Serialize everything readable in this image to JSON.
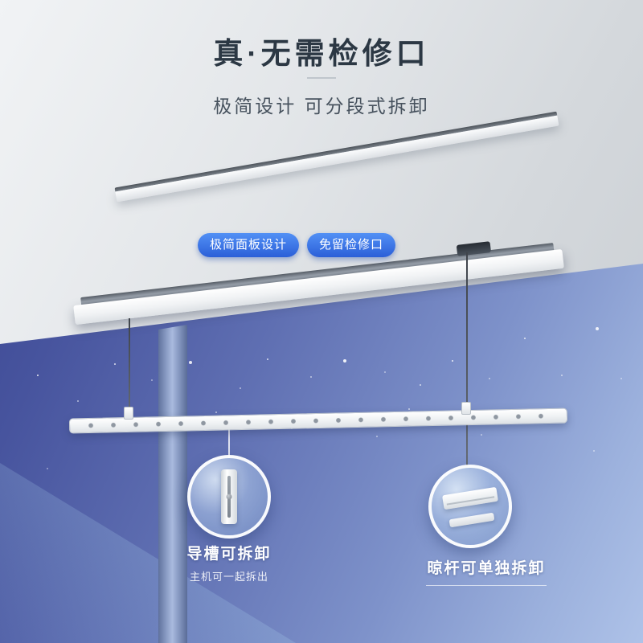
{
  "poster": {
    "title": "真·无需检修口",
    "subtitle": "极简设计 可分段式拆卸",
    "badges": [
      "极简面板设计",
      "免留检修口"
    ],
    "callouts": {
      "left": {
        "title": "导槽可拆卸",
        "subtitle": "主机可一起拆出"
      },
      "right": {
        "title": "晾杆可单独拆卸"
      }
    },
    "colors": {
      "badge_blue": "#2e63da",
      "sky_deep": "#36418d",
      "sky_light": "#aec2e8",
      "ceiling_gray": "#d7dbdf",
      "title_text": "#2c3844",
      "label_text": "#ffffff"
    }
  }
}
